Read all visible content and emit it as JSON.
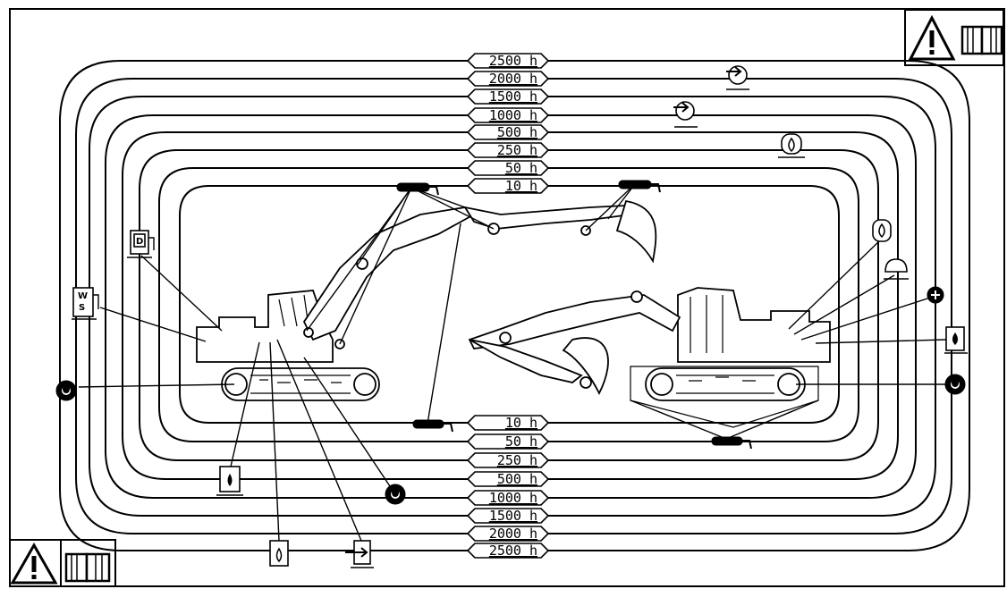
{
  "intervals_top": [
    "2500 h",
    "2000 h",
    "1500 h",
    "1000 h",
    "500 h",
    "250 h",
    "50 h",
    "10 h"
  ],
  "intervals_bottom": [
    "10 h",
    "50 h",
    "250 h",
    "500 h",
    "1000 h",
    "1500 h",
    "2000 h",
    "2500 h"
  ],
  "labels": {
    "fuel_tank": "D",
    "washer_w": "W",
    "washer_s": "S"
  },
  "icons": {
    "warning": "warning-triangle-icon",
    "manual": "manual-book-icon",
    "grease": "grease-gun-icon",
    "gear_oil": "gear-oil-icon",
    "engine_oil": "oil-drop-icon",
    "hydraulic_filter": "hydraulic-filter-icon",
    "fuel": "fuel-tank-icon",
    "air_filter": "air-filter-icon",
    "coolant": "coolant-icon"
  }
}
